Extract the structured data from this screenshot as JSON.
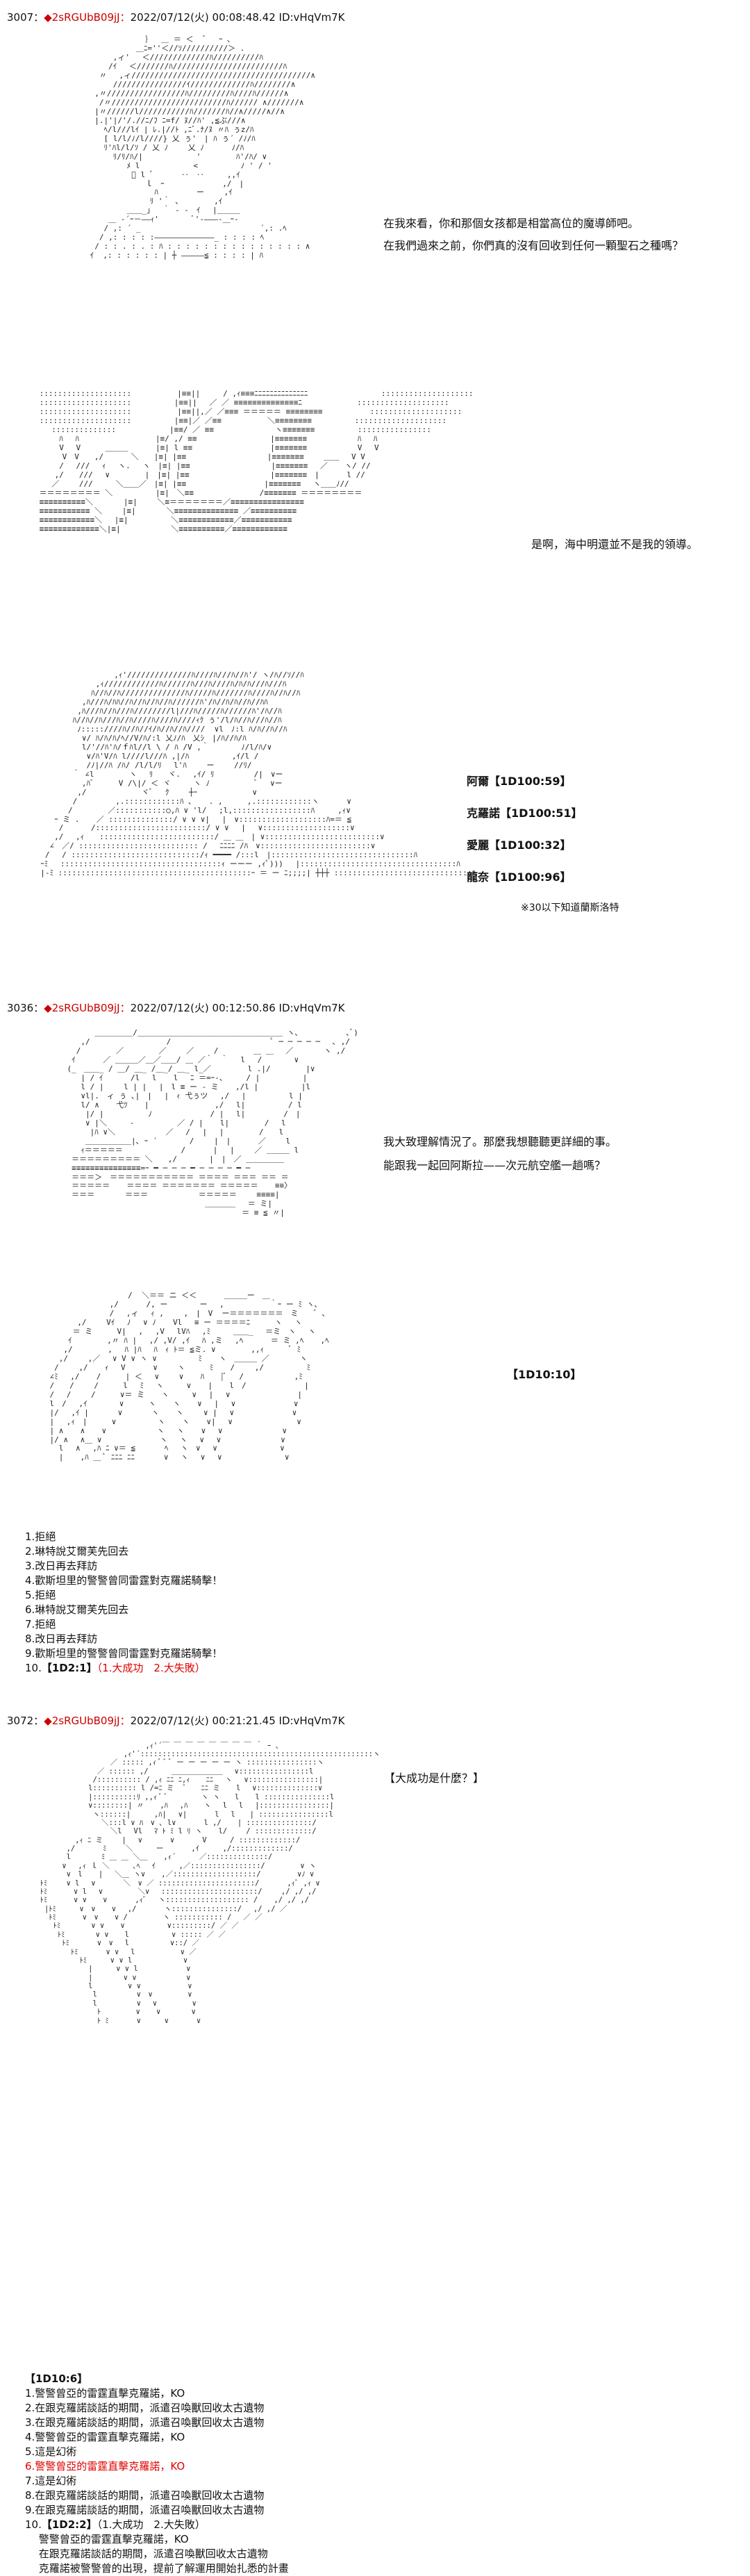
{
  "posts": [
    {
      "header": {
        "num": "3007：",
        "name": "◆2sRGUbB09jJ：",
        "meta": "2022/07/12(火) 00:08:48.42 ID:vHqVm7K"
      },
      "dialogue": [
        "在我來看，你和那個女孩都是相當高位的魔導師吧。",
        "在我們過來之前，你們真的沒有回收到任何一顆聖石之種嗎？"
      ],
      "dialogue2": "是啊，海中明還並不是我的領導。",
      "rolls": [
        {
          "name": "阿爾",
          "roll": "【1D100:59】"
        },
        {
          "name": "克羅諾",
          "roll": "【1D100:51】"
        },
        {
          "name": "愛麗",
          "roll": "【1D100:32】"
        },
        {
          "name": "龍奈",
          "roll": "【1D100:96】"
        }
      ],
      "note": "※30以下知道蘭斯洛特"
    },
    {
      "header": {
        "num": "3036：",
        "name": "◆2sRGUbB09jJ：",
        "meta": "2022/07/12(火) 00:12:50.86 ID:vHqVm7K"
      },
      "dialogue": [
        "我大致理解情況了。那麼我想聽聽更詳細的事。",
        "能跟我一起回阿斯拉——次元航空艦一趟嗎？"
      ],
      "roll": "【1D10:10】",
      "options": [
        "1.拒絕",
        "2.琳特說艾爾芙先回去",
        "3.改日再去拜訪",
        "4.歡斯坦里的警警曾同雷霆對克羅諾騎擊！",
        "5.拒絕",
        "6.琳特說艾爾芙先回去",
        "7.拒絕",
        "8.改日再去拜訪",
        "9.歡斯坦里的警警曾同雷霆對克羅諾騎擊！"
      ],
      "final": {
        "prefix": "10.",
        "roll": "【1D2:1】",
        "detail": "（1.大成功　2.大失敗）"
      }
    },
    {
      "header": {
        "num": "3072：",
        "name": "◆2sRGUbB09jJ：",
        "meta": "2022/07/12(火) 00:21:21.45 ID:vHqVm7K"
      },
      "bubble": "【大成功是什麼？】",
      "roll": "【1D10:6】",
      "options": [
        "1.警警曾亞的雷霆直擊克羅諾，KO",
        "2.在跟克羅諾談話的期間，派遣召喚獸回收太古遺物",
        "3.在跟克羅諾談話的期間，派遣召喚獸回收太古遺物",
        "4.警警曾亞的雷霆直擊克羅諾，KO",
        "5.這是幻術",
        "6.警警曾亞的雷霆直擊克羅諾，KO",
        "7.這是幻術",
        "8.在跟克羅諾談話的期間，派遣召喚獸回收太古遺物",
        "9.在跟克羅諾談話的期間，派遣召喚獸回收太古遺物"
      ],
      "highlight_index": 5,
      "final": {
        "prefix": "10.",
        "roll": "【1D2:2】",
        "detail": "（1.大成功　2.大失敗）"
      },
      "extra": "　 警警曾亞的雷霆直擊克羅諾，KO",
      "extra2": "　 在跟克羅諾談話的期間，派遣召喚獸回收太古遺物",
      "extra3": "　 克羅諾被警警曾的出現，提前了解運用開始扎悉的計畫"
    }
  ],
  "colors": {
    "accent": "#e00000",
    "text": "#111111",
    "background": "#ffffff"
  }
}
